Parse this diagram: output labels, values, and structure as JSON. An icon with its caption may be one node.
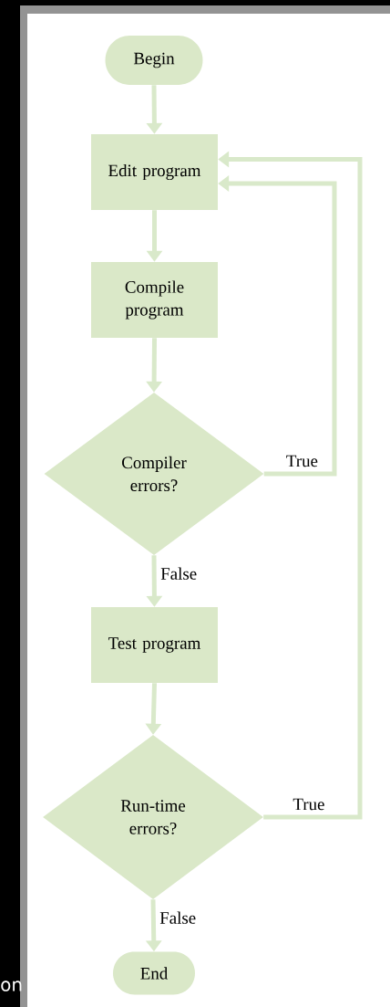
{
  "diagram": {
    "nodes": [
      {
        "text": [
          "Begin"
        ]
      },
      {
        "text": [
          "Edit program"
        ]
      },
      {
        "text": [
          "Compile program"
        ]
      },
      {
        "text": [
          "Compiler errors?"
        ]
      },
      {
        "text": [
          "Test program"
        ]
      },
      {
        "text": [
          "Run-time errors?"
        ]
      },
      {
        "text": [
          "End"
        ]
      }
    ],
    "edges": [
      {
        "from": 0,
        "to": 1,
        "arrow": "to"
      },
      {
        "from": 1,
        "to": 2,
        "arrow": "to"
      },
      {
        "from": 2,
        "to": 3,
        "arrow": "to"
      },
      {
        "from": 3,
        "to": 4,
        "arrow": "to",
        "label": "False"
      },
      {
        "from": 3,
        "to": 1,
        "arrow": "to",
        "label": "True"
      },
      {
        "from": 4,
        "to": 5,
        "arrow": "to"
      },
      {
        "from": 5,
        "to": 6,
        "arrow": "to",
        "label": "False"
      },
      {
        "from": 5,
        "to": 1,
        "arrow": "to",
        "label": "True"
      }
    ],
    "labels": [
      "on"
    ]
  }
}
